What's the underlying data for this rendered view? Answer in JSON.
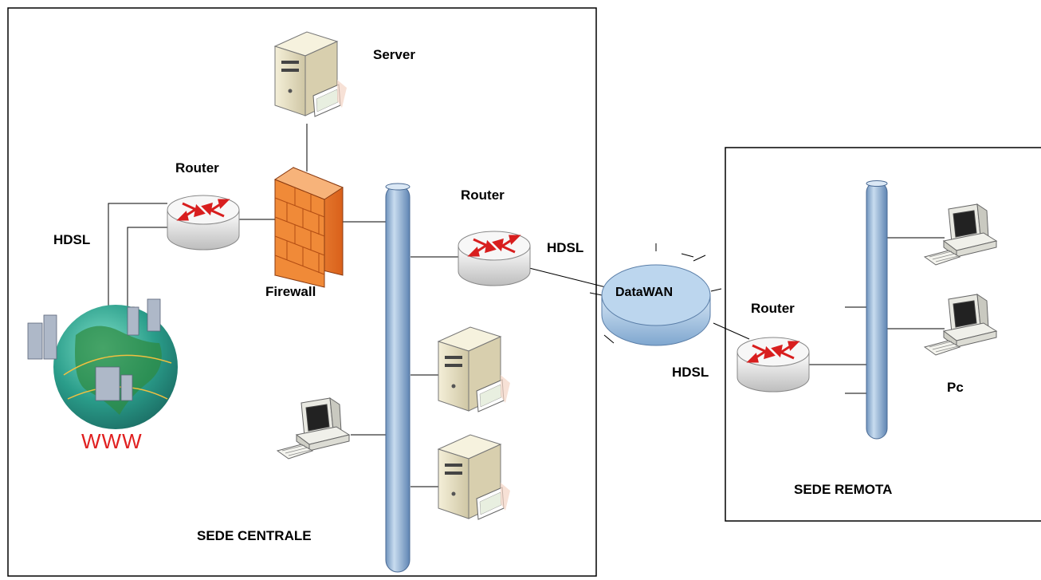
{
  "labels": {
    "server": "Server",
    "router_left": "Router",
    "hdsl_left": "HDSL",
    "firewall": "Firewall",
    "www": "WWW",
    "router_center": "Router",
    "hdsl_center": "HDSL",
    "datawan": "DataWAN",
    "router_remote": "Router",
    "hdsl_remote": "HDSL",
    "pc": "Pc",
    "sede_centrale": "SEDE CENTRALE",
    "sede_remota": "SEDE REMOTA"
  },
  "colors": {
    "line": "#000000",
    "bus_fill": "#9dbbd8",
    "bus_edge": "#5577a0",
    "router_fill": "#e6e6e6",
    "router_arrow": "#e02020",
    "firewall": "#f07a28",
    "datawan": "#a9c8e6",
    "server_body": "#e8e2c8",
    "www_text": "#e02020"
  },
  "icons": [
    "router-icon",
    "firewall-icon",
    "server-icon",
    "pc-icon",
    "globe-icon",
    "cloud-icon",
    "network-bus-icon"
  ]
}
